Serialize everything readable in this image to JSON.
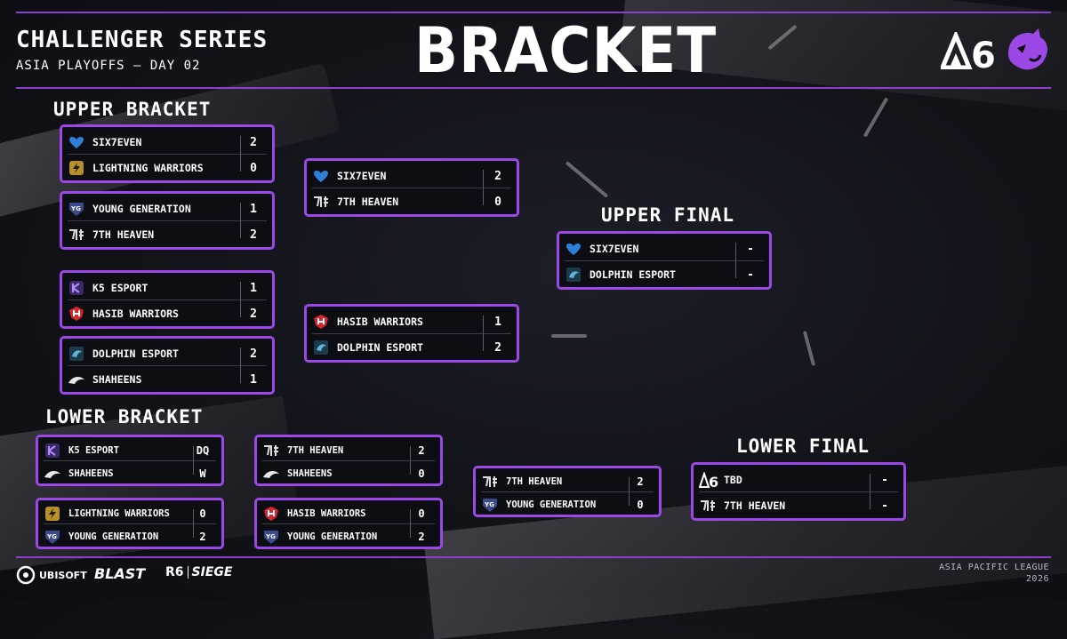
{
  "header": {
    "series_title": "CHALLENGER SERIES",
    "series_subtitle": "ASIA PLAYOFFS – DAY 02",
    "main_title": "BRACKET"
  },
  "sections": {
    "upper_bracket": "UPPER BRACKET",
    "lower_bracket": "LOWER BRACKET",
    "upper_final": "UPPER FINAL",
    "lower_final": "LOWER FINAL"
  },
  "upper": {
    "r1m1": {
      "t1": {
        "name": "SIX7EVEN",
        "score": "2",
        "logo": "six7even-logo"
      },
      "t2": {
        "name": "LIGHTNING WARRIORS",
        "score": "0",
        "logo": "lightning-warriors-logo"
      }
    },
    "r1m2": {
      "t1": {
        "name": "YOUNG GENERATION",
        "score": "1",
        "logo": "young-generation-logo"
      },
      "t2": {
        "name": "7TH HEAVEN",
        "score": "2",
        "logo": "7th-heaven-logo"
      }
    },
    "r1m3": {
      "t1": {
        "name": "K5 ESPORT",
        "score": "1",
        "logo": "k5-esport-logo"
      },
      "t2": {
        "name": "HASIB WARRIORS",
        "score": "2",
        "logo": "hasib-warriors-logo"
      }
    },
    "r1m4": {
      "t1": {
        "name": "DOLPHIN ESPORT",
        "score": "2",
        "logo": "dolphin-esport-logo"
      },
      "t2": {
        "name": "SHAHEENS",
        "score": "1",
        "logo": "shaheens-logo"
      }
    },
    "r2m1": {
      "t1": {
        "name": "SIX7EVEN",
        "score": "2",
        "logo": "six7even-logo"
      },
      "t2": {
        "name": "7TH HEAVEN",
        "score": "0",
        "logo": "7th-heaven-logo"
      }
    },
    "r2m2": {
      "t1": {
        "name": "HASIB WARRIORS",
        "score": "1",
        "logo": "hasib-warriors-logo"
      },
      "t2": {
        "name": "DOLPHIN ESPORT",
        "score": "2",
        "logo": "dolphin-esport-logo"
      }
    },
    "final": {
      "t1": {
        "name": "SIX7EVEN",
        "score": "-",
        "logo": "six7even-logo"
      },
      "t2": {
        "name": "DOLPHIN ESPORT",
        "score": "-",
        "logo": "dolphin-esport-logo"
      }
    }
  },
  "lower": {
    "r1m1": {
      "t1": {
        "name": "K5 ESPORT",
        "score": "DQ",
        "logo": "k5-esport-logo"
      },
      "t2": {
        "name": "SHAHEENS",
        "score": "W",
        "logo": "shaheens-logo"
      }
    },
    "r1m2": {
      "t1": {
        "name": "LIGHTNING WARRIORS",
        "score": "0",
        "logo": "lightning-warriors-logo"
      },
      "t2": {
        "name": "YOUNG GENERATION",
        "score": "2",
        "logo": "young-generation-logo"
      }
    },
    "r2m1": {
      "t1": {
        "name": "7TH HEAVEN",
        "score": "2",
        "logo": "7th-heaven-logo"
      },
      "t2": {
        "name": "SHAHEENS",
        "score": "0",
        "logo": "shaheens-logo"
      }
    },
    "r2m2": {
      "t1": {
        "name": "HASIB WARRIORS",
        "score": "0",
        "logo": "hasib-warriors-logo"
      },
      "t2": {
        "name": "YOUNG GENERATION",
        "score": "2",
        "logo": "young-generation-logo"
      }
    },
    "r3m1": {
      "t1": {
        "name": "7TH HEAVEN",
        "score": "2",
        "logo": "7th-heaven-logo"
      },
      "t2": {
        "name": "YOUNG GENERATION",
        "score": "0",
        "logo": "young-generation-logo"
      }
    },
    "final": {
      "t1": {
        "name": "TBD",
        "score": "-",
        "logo": "r6-logo"
      },
      "t2": {
        "name": "7TH HEAVEN",
        "score": "-",
        "logo": "7th-heaven-logo"
      }
    }
  },
  "footer": {
    "ubisoft": "UBISOFT",
    "blast": "BLAST",
    "r6": "R6",
    "siege": "SIEGE",
    "league_line1": "ASIA PACIFIC LEAGUE",
    "league_line2": "2026"
  },
  "colors": {
    "accent": "#9b48e6",
    "background": "#121319",
    "text": "#ffffff"
  }
}
